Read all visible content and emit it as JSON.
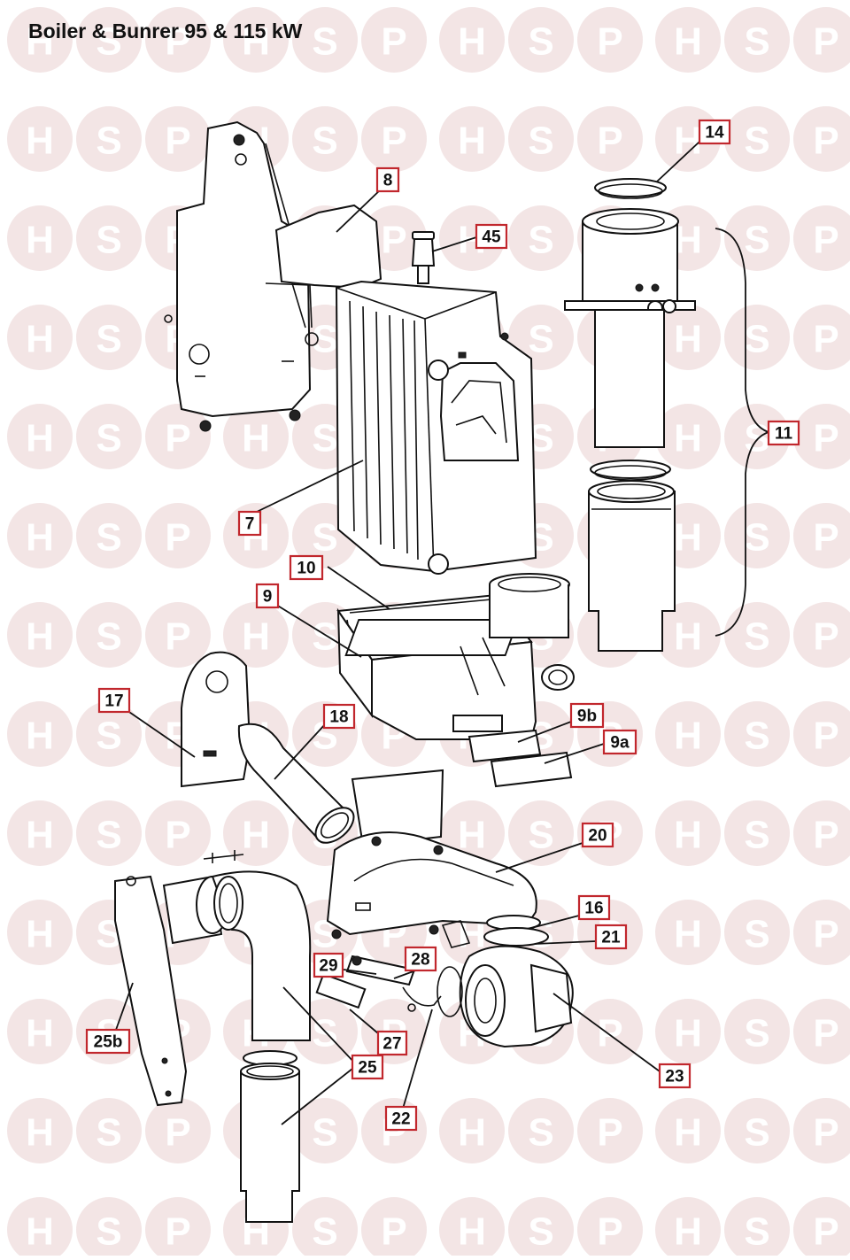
{
  "title": "Boiler & Bunrer 95 & 115 kW",
  "watermark": {
    "letters": [
      "H",
      "S",
      "P"
    ],
    "circle_color": "#f3e5e5",
    "s_color": "#f0cfcf",
    "hp_color": "#ffffff"
  },
  "label_border_color": "#c1272d",
  "callouts": [
    {
      "id": "8",
      "label": "8"
    },
    {
      "id": "45",
      "label": "45"
    },
    {
      "id": "14",
      "label": "14"
    },
    {
      "id": "11",
      "label": "11"
    },
    {
      "id": "7",
      "label": "7"
    },
    {
      "id": "10",
      "label": "10"
    },
    {
      "id": "9",
      "label": "9"
    },
    {
      "id": "17",
      "label": "17"
    },
    {
      "id": "18",
      "label": "18"
    },
    {
      "id": "9b",
      "label": "9b"
    },
    {
      "id": "9a",
      "label": "9a"
    },
    {
      "id": "20",
      "label": "20"
    },
    {
      "id": "16",
      "label": "16"
    },
    {
      "id": "21",
      "label": "21"
    },
    {
      "id": "29",
      "label": "29"
    },
    {
      "id": "28",
      "label": "28"
    },
    {
      "id": "25b",
      "label": "25b"
    },
    {
      "id": "27",
      "label": "27"
    },
    {
      "id": "25",
      "label": "25"
    },
    {
      "id": "23",
      "label": "23"
    },
    {
      "id": "22",
      "label": "22"
    }
  ]
}
